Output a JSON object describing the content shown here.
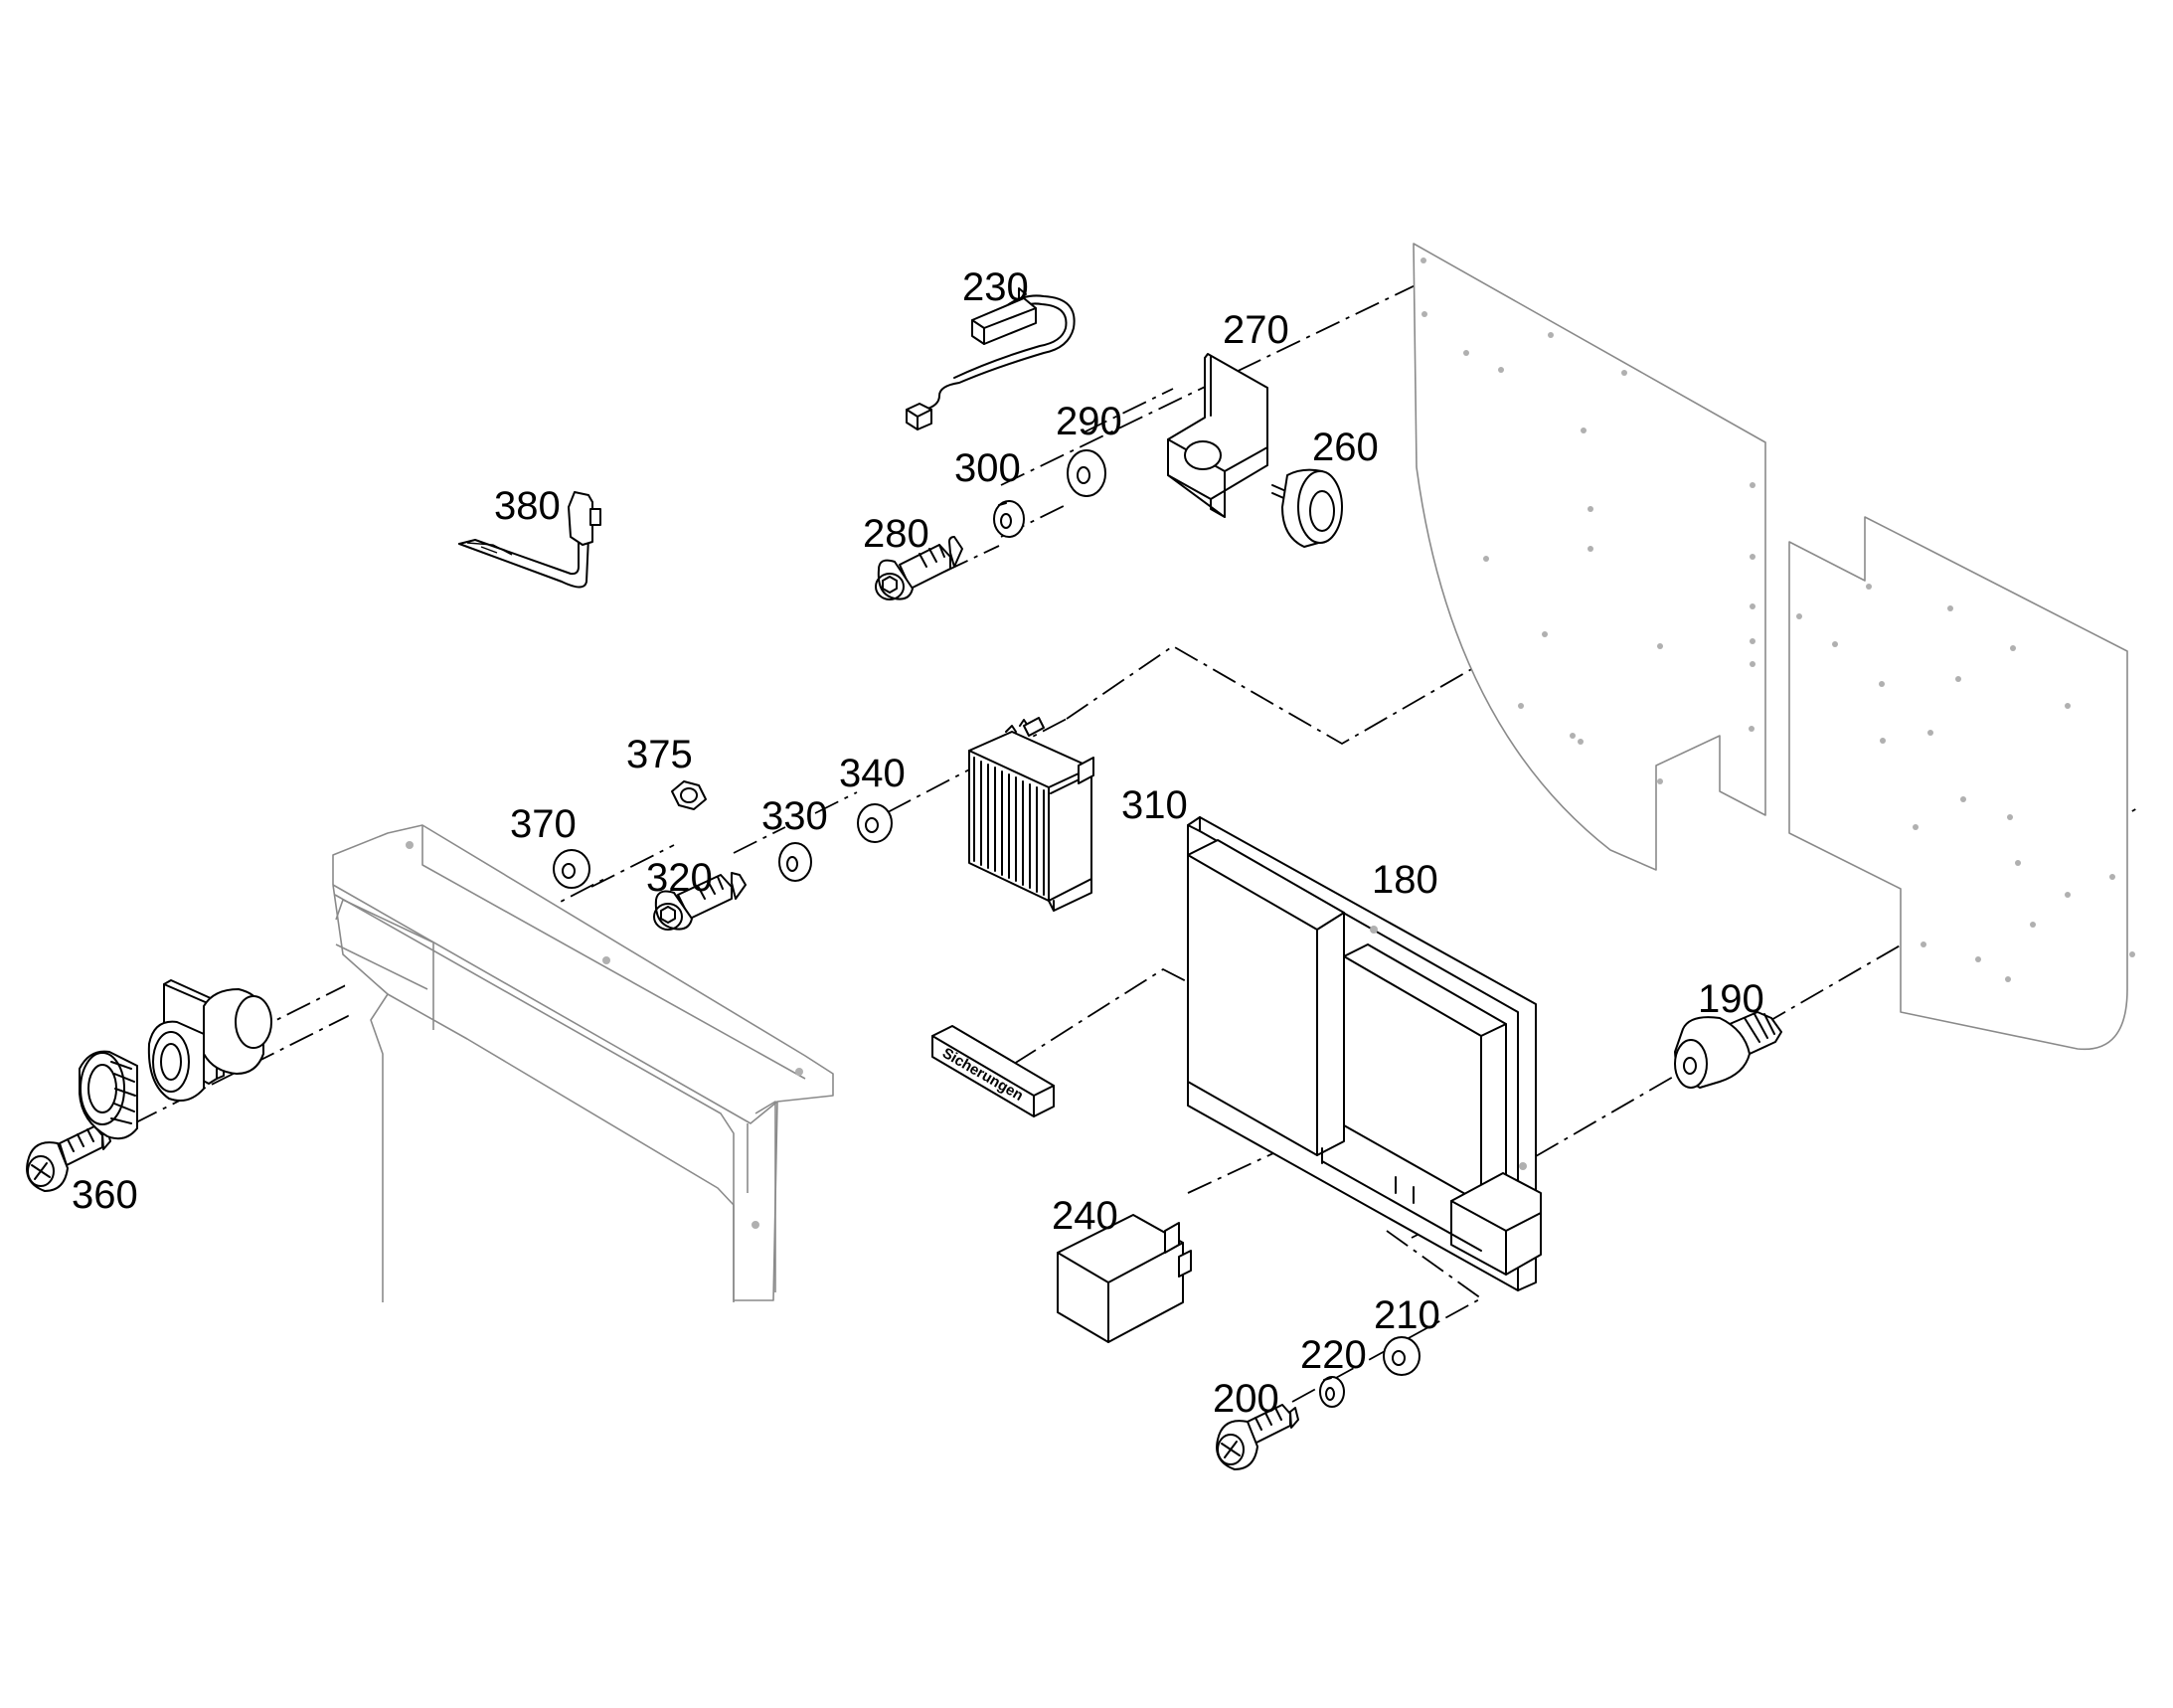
{
  "callouts": {
    "c180": "180",
    "c190": "190",
    "c200": "200",
    "c210": "210",
    "c220": "220",
    "c230": "230",
    "c240": "240",
    "c260": "260",
    "c270": "270",
    "c280": "280",
    "c290": "290",
    "c300": "300",
    "c310": "310",
    "c320": "320",
    "c330": "330",
    "c340": "340",
    "c360": "360",
    "c370": "370",
    "c375": "375",
    "c380": "380"
  },
  "decal": {
    "text": "Sicherungen"
  }
}
